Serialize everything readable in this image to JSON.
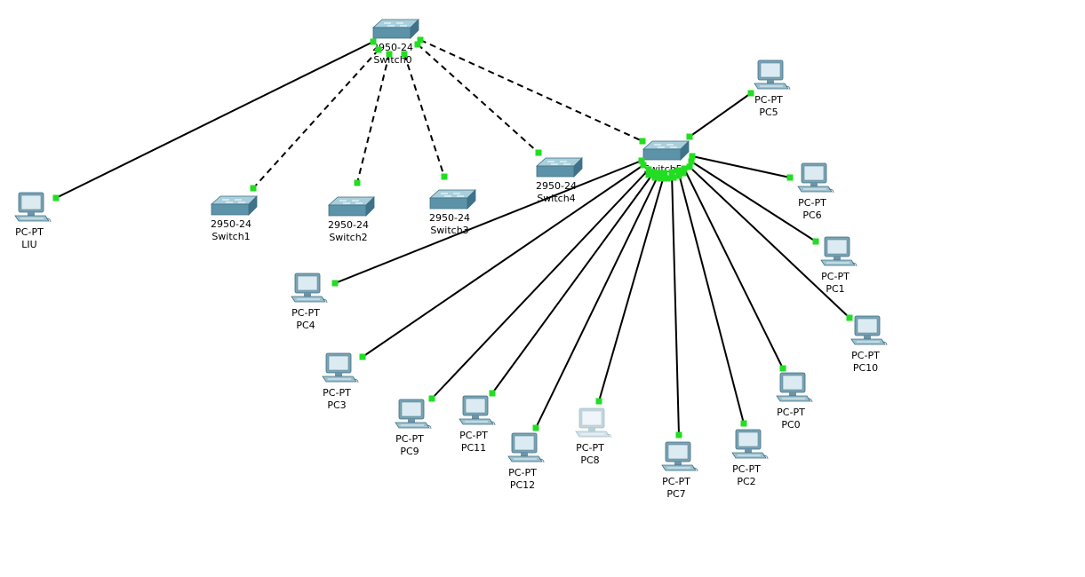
{
  "colors": {
    "link": "#000000",
    "link_up": "#22dd22",
    "switch_top": "#8fbccc",
    "switch_side": "#4d8196",
    "pc_body": "#7aa3b4",
    "pc_screen": "#dcebf2"
  },
  "devices": [
    {
      "id": "switch0",
      "kind": "switch",
      "icon": "switch-icon",
      "model": "2950-24",
      "name": "Switch0"
    },
    {
      "id": "switch1",
      "kind": "switch",
      "icon": "switch-icon",
      "model": "2950-24",
      "name": "Switch1"
    },
    {
      "id": "switch2",
      "kind": "switch",
      "icon": "switch-icon",
      "model": "2950-24",
      "name": "Switch2"
    },
    {
      "id": "switch3",
      "kind": "switch",
      "icon": "switch-icon",
      "model": "2950-24",
      "name": "Switch3"
    },
    {
      "id": "switch4",
      "kind": "switch",
      "icon": "switch-icon",
      "model": "2950-24",
      "name": "Switch4"
    },
    {
      "id": "switch5",
      "kind": "switch",
      "icon": "switch-icon",
      "model": "",
      "name": "Switch5"
    },
    {
      "id": "liu",
      "kind": "pc",
      "icon": "pc-icon",
      "model": "PC-PT",
      "name": "LIU"
    },
    {
      "id": "pc0",
      "kind": "pc",
      "icon": "pc-icon",
      "model": "PC-PT",
      "name": "PC0"
    },
    {
      "id": "pc1",
      "kind": "pc",
      "icon": "pc-icon",
      "model": "PC-PT",
      "name": "PC1"
    },
    {
      "id": "pc2",
      "kind": "pc",
      "icon": "pc-icon",
      "model": "PC-PT",
      "name": "PC2"
    },
    {
      "id": "pc3",
      "kind": "pc",
      "icon": "pc-icon",
      "model": "PC-PT",
      "name": "PC3"
    },
    {
      "id": "pc4",
      "kind": "pc",
      "icon": "pc-icon",
      "model": "PC-PT",
      "name": "PC4"
    },
    {
      "id": "pc5",
      "kind": "pc",
      "icon": "pc-icon",
      "model": "PC-PT",
      "name": "PC5"
    },
    {
      "id": "pc6",
      "kind": "pc",
      "icon": "pc-icon",
      "model": "PC-PT",
      "name": "PC6"
    },
    {
      "id": "pc7",
      "kind": "pc",
      "icon": "pc-icon",
      "model": "PC-PT",
      "name": "PC7"
    },
    {
      "id": "pc8",
      "kind": "pc",
      "icon": "pc-icon",
      "model": "PC-PT",
      "name": "PC8",
      "faded": true
    },
    {
      "id": "pc9",
      "kind": "pc",
      "icon": "pc-icon",
      "model": "PC-PT",
      "name": "PC9"
    },
    {
      "id": "pc10",
      "kind": "pc",
      "icon": "pc-icon",
      "model": "PC-PT",
      "name": "PC10"
    },
    {
      "id": "pc11",
      "kind": "pc",
      "icon": "pc-icon",
      "model": "PC-PT",
      "name": "PC11"
    },
    {
      "id": "pc12",
      "kind": "pc",
      "icon": "pc-icon",
      "model": "PC-PT",
      "name": "PC12"
    }
  ],
  "links": [
    {
      "from": "switch0",
      "to": "liu",
      "style": "solid"
    },
    {
      "from": "switch0",
      "to": "switch1",
      "style": "dashed"
    },
    {
      "from": "switch0",
      "to": "switch2",
      "style": "dashed"
    },
    {
      "from": "switch0",
      "to": "switch3",
      "style": "dashed"
    },
    {
      "from": "switch0",
      "to": "switch4",
      "style": "dashed"
    },
    {
      "from": "switch0",
      "to": "switch5",
      "style": "dashed"
    },
    {
      "from": "switch5",
      "to": "pc5",
      "style": "solid"
    },
    {
      "from": "switch5",
      "to": "pc6",
      "style": "solid"
    },
    {
      "from": "switch5",
      "to": "pc1",
      "style": "solid"
    },
    {
      "from": "switch5",
      "to": "pc10",
      "style": "solid"
    },
    {
      "from": "switch5",
      "to": "pc0",
      "style": "solid"
    },
    {
      "from": "switch5",
      "to": "pc2",
      "style": "solid"
    },
    {
      "from": "switch5",
      "to": "pc7",
      "style": "solid"
    },
    {
      "from": "switch5",
      "to": "pc8",
      "style": "solid"
    },
    {
      "from": "switch5",
      "to": "pc12",
      "style": "solid"
    },
    {
      "from": "switch5",
      "to": "pc11",
      "style": "solid"
    },
    {
      "from": "switch5",
      "to": "pc9",
      "style": "solid"
    },
    {
      "from": "switch5",
      "to": "pc3",
      "style": "solid"
    },
    {
      "from": "switch5",
      "to": "pc4",
      "style": "solid"
    }
  ]
}
